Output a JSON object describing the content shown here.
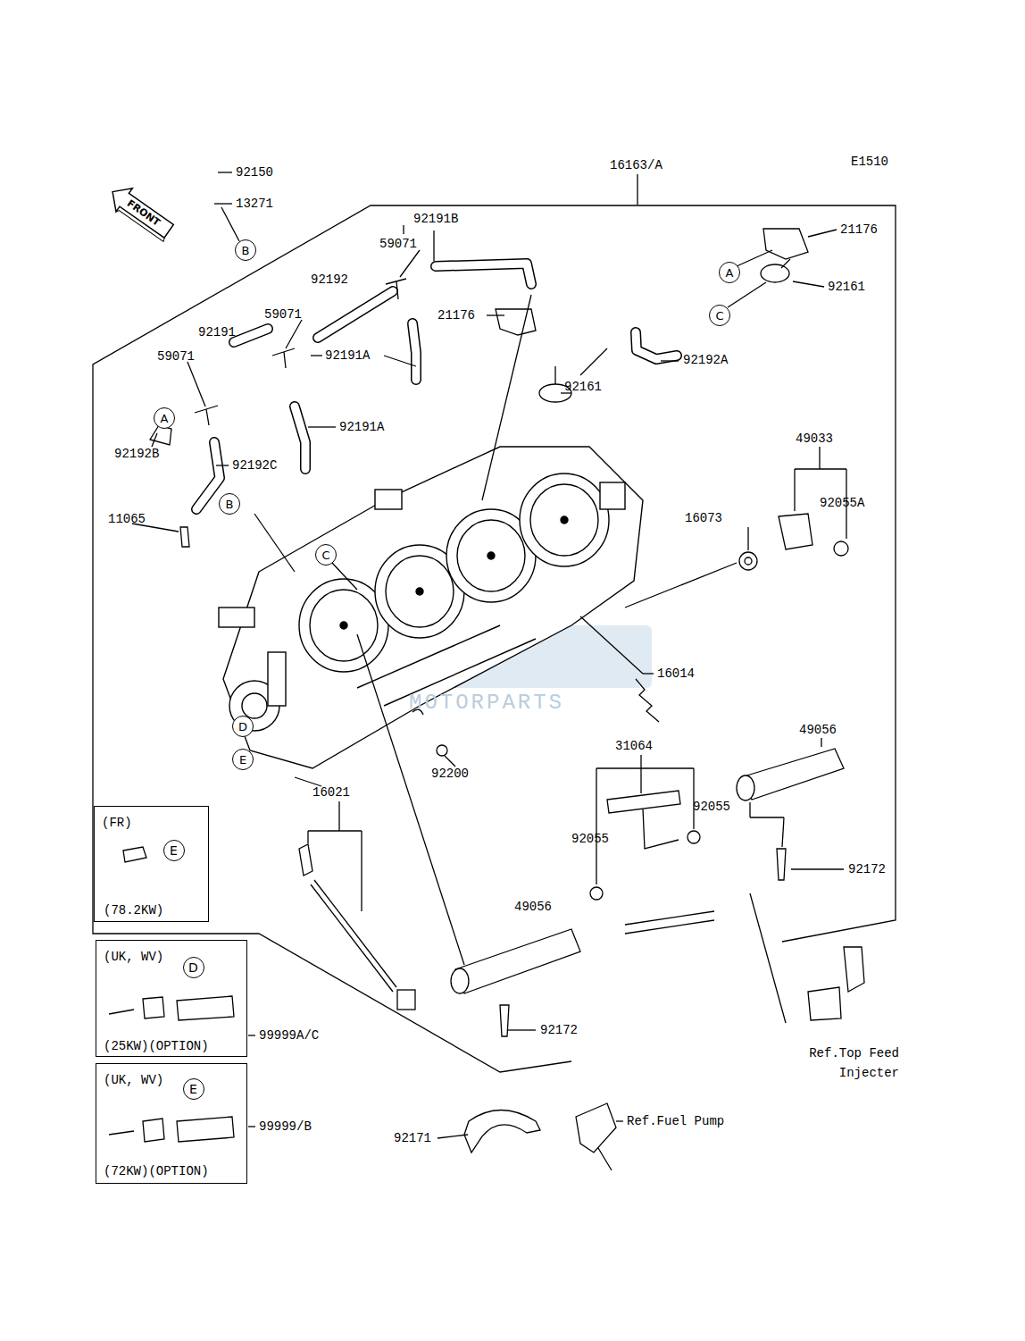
{
  "diagram": {
    "nodes": [
      {
        "text": [
          "FRONT"
        ]
      },
      {
        "text": [
          "B"
        ]
      },
      {
        "text": [
          "A"
        ]
      },
      {
        "text": [
          "C"
        ]
      },
      {
        "text": [
          "A"
        ]
      },
      {
        "text": [
          "B"
        ]
      },
      {
        "text": [
          "C"
        ]
      },
      {
        "text": [
          "D"
        ]
      },
      {
        "text": [
          "E"
        ]
      },
      {
        "text": [
          "(FR)",
          "(78.2KW)"
        ]
      },
      {
        "text": [
          "E"
        ],
        "in": 9
      },
      {
        "text": [
          "(UK, WV)",
          "(25KW)(OPTION)"
        ]
      },
      {
        "text": [
          "D"
        ],
        "in": 11
      },
      {
        "text": [
          "(UK, WV)",
          "(72KW)(OPTION)"
        ]
      },
      {
        "text": [
          "E"
        ],
        "in": 13
      }
    ],
    "labels": [
      "E1510",
      "16163/A",
      "92150",
      "13271",
      "92191B",
      "21176",
      "59071",
      "92161",
      "92192",
      "59071",
      "21176",
      "92191",
      "92191A",
      "92192A",
      "59071",
      "92161",
      "92191A",
      "92192B",
      "92192C",
      "49033",
      "16073",
      "92055A",
      "11065",
      "16014",
      "49056",
      "31064",
      "92200",
      "16021",
      "92055",
      "92055",
      "49056",
      "92172",
      "92172",
      "99999A/C",
      "99999/B",
      "Ref.Top Feed Injecter",
      "Ref.Fuel Pump",
      "92171",
      "MOTORPARTS"
    ]
  }
}
